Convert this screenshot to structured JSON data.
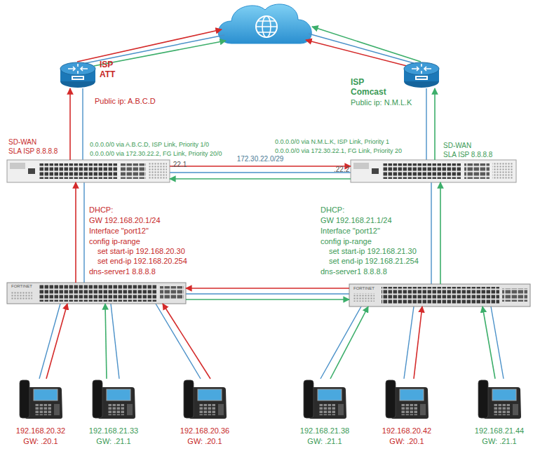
{
  "diagram": {
    "nodes": [
      {
        "text": [
          "ISP ATT",
          "Public ip: A.B.C.D"
        ]
      },
      {
        "text": [
          "ISP Comcast",
          "Public ip: N.M.L.K"
        ]
      },
      {
        "text": [
          "SD-WAN",
          "SLA ISP 8.8.8.8",
          "0.0.0.0/0 via A.B.C.D, ISP Link, Priority 1/0",
          "0.0.0.0/0 via 172.30.22.2, FG Link, Priority 20/0"
        ]
      },
      {
        "text": [
          "0.0.0.0/0 via N.M.L.K, ISP Link, Priority 1",
          "0.0.0.0/0 via 172.30.22.1, FG Link, Priority 20",
          "SD-WAN",
          "SLA ISP 8.8.8.8"
        ]
      },
      {
        "text": [
          "DHCP:",
          "GW 192.168.20.1/24",
          "Interface \"port12\"",
          "config ip-range",
          "set start-ip 192.168.20.30",
          "set end-ip 192.168.20.254",
          "dns-server1 8.8.8.8"
        ]
      },
      {
        "text": [
          "DHCP:",
          "GW 192.168.21.1/24",
          "Interface \"port12\"",
          "config ip-range",
          "set start-ip 192.168.21.30",
          "set end-ip 192.168.21.254",
          "dns-server1 8.8.8.8"
        ]
      },
      {
        "text": [
          "192.168.20.32",
          "GW: .20.1"
        ]
      },
      {
        "text": [
          "192.168.21.33",
          "GW: .21.1"
        ]
      },
      {
        "text": [
          "192.168.20.36",
          "GW: .20.1"
        ]
      },
      {
        "text": [
          "192.168.21.38",
          "GW: .21.1"
        ]
      },
      {
        "text": [
          "192.168.20.42",
          "GW: .20.1"
        ]
      },
      {
        "text": [
          "192.168.21.44",
          "GW: .21.1"
        ]
      }
    ],
    "edges": [
      {
        "from": 2,
        "to": 0,
        "arrow": "to"
      },
      {
        "from": 3,
        "to": 1,
        "arrow": "to"
      },
      {
        "from": 2,
        "to": 3,
        "arrow": "to",
        "label": "172.30.22.0/29"
      },
      {
        "from": 3,
        "to": 2,
        "arrow": "to"
      },
      {
        "from": 4,
        "to": 2,
        "arrow": "to"
      },
      {
        "from": 5,
        "to": 3,
        "arrow": "to"
      },
      {
        "from": 5,
        "to": 4,
        "arrow": "to"
      },
      {
        "from": 4,
        "to": 5,
        "arrow": "to"
      },
      {
        "from": 6,
        "to": 4,
        "arrow": "to"
      },
      {
        "from": 7,
        "to": 4,
        "arrow": "to"
      },
      {
        "from": 8,
        "to": 4,
        "arrow": "to"
      },
      {
        "from": 9,
        "to": 5,
        "arrow": "to"
      },
      {
        "from": 10,
        "to": 5,
        "arrow": "to"
      },
      {
        "from": 11,
        "to": 5,
        "arrow": "to"
      }
    ],
    "labels": [
      ".22.1",
      ".22.2",
      "FORTINET",
      "FORTINET"
    ]
  }
}
